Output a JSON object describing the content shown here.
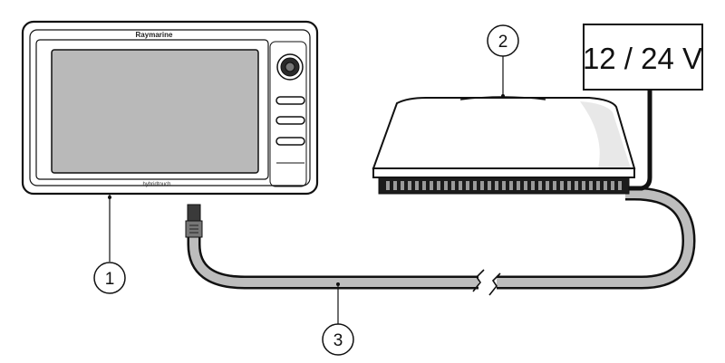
{
  "display": {
    "brand": "Raymarine",
    "sub_brand": "hybridtouch"
  },
  "power_supply": {
    "label": "12 / 24 V"
  },
  "callouts": [
    {
      "number": "1"
    },
    {
      "number": "2"
    },
    {
      "number": "3"
    }
  ]
}
